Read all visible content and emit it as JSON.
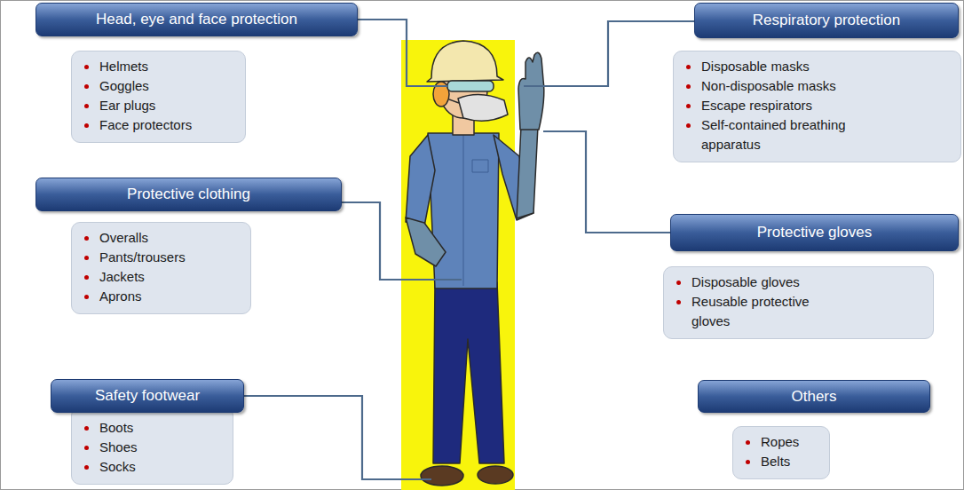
{
  "diagram": {
    "nodes": [
      {
        "text": [
          "Head, eye and face protection"
        ]
      },
      {
        "text": [
          "Helmets",
          "Goggles",
          "Ear plugs",
          "Face protectors"
        ]
      },
      {
        "text": [
          "Respiratory protection"
        ]
      },
      {
        "text": [
          "Disposable masks",
          "Non-disposable masks",
          "Escape respirators",
          "Self-contained breathing apparatus"
        ]
      },
      {
        "text": [
          "Protective clothing"
        ]
      },
      {
        "text": [
          "Overalls",
          "Pants/trousers",
          "Jackets",
          "Aprons"
        ]
      },
      {
        "text": [
          "Protective gloves"
        ]
      },
      {
        "text": [
          "Disposable gloves",
          "Reusable protective gloves"
        ]
      },
      {
        "text": [
          "Safety footwear"
        ]
      },
      {
        "text": [
          "Boots",
          "Shoes",
          "Socks"
        ]
      },
      {
        "text": [
          "Others"
        ]
      },
      {
        "text": [
          "Ropes",
          "Belts"
        ]
      }
    ]
  }
}
